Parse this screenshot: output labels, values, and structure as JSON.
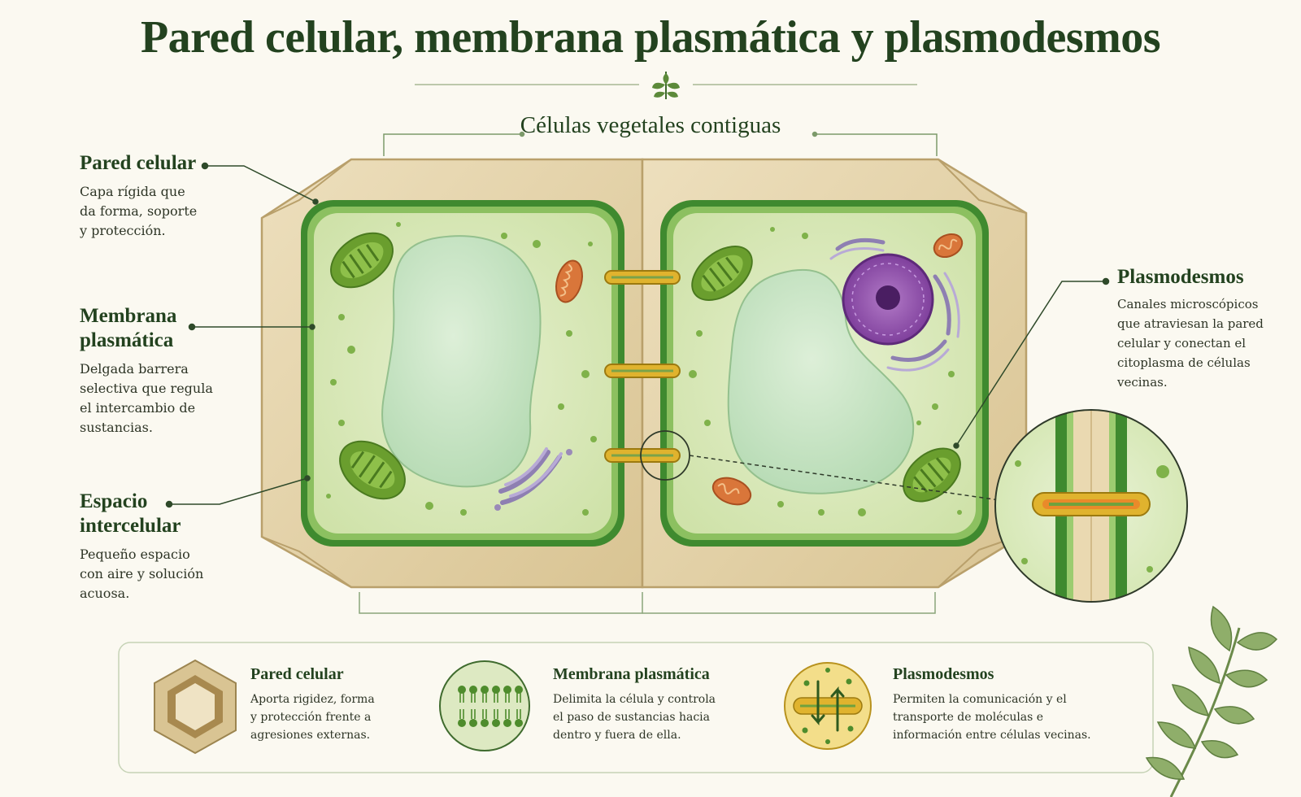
{
  "title": "Pared celular, membrana plasmática y plasmodesmos",
  "subtitle": "Células vegetales contiguas",
  "labels": {
    "pared": {
      "title": "Pared celular",
      "desc": [
        "Capa rígida que",
        "da forma, soporte",
        "y protección."
      ]
    },
    "membrana": {
      "title": [
        "Membrana",
        "plasmática"
      ],
      "desc": [
        "Delgada barrera",
        "selectiva que regula",
        "el intercambio de",
        "sustancias."
      ]
    },
    "espacio": {
      "title": [
        "Espacio",
        "intercelular"
      ],
      "desc": [
        "Pequeño espacio",
        "con aire y solución",
        "acuosa."
      ]
    },
    "plasmodesmos": {
      "title": "Plasmodesmos",
      "desc": [
        "Canales microscópicos",
        "que atraviesan la pared",
        "celular y conectan el",
        "citoplasma de células",
        "vecinas."
      ]
    }
  },
  "cards": [
    {
      "title": "Pared celular",
      "desc": [
        "Aporta rigidez, forma",
        "y protección frente a",
        "agresiones externas."
      ],
      "icon": "cell-wall-icon"
    },
    {
      "title": "Membrana plasmática",
      "desc": [
        "Delimita la célula y controla",
        "el paso de sustancias hacia",
        "dentro y fuera de ella."
      ],
      "icon": "lipid-bilayer-icon"
    },
    {
      "title": "Plasmodesmos",
      "desc": [
        "Permiten la comunicación y el",
        "transporte de moléculas e",
        "información entre células vecinas."
      ],
      "icon": "plasmodesma-channel-icon"
    }
  ],
  "colors": {
    "wall": "#e7d6ae",
    "wall_dark": "#c9b07a",
    "membrane": "#3f8a2f",
    "cytoplasm": "#dbe9bf",
    "vacuole": "#c7e3c4",
    "chloroplast": "#6a9e2e",
    "mitochondria": "#d9763a",
    "nucleus": "#8b4aa6",
    "golgi": "#9a8ab8",
    "channel": "#e0b32e",
    "title": "#23421f"
  }
}
